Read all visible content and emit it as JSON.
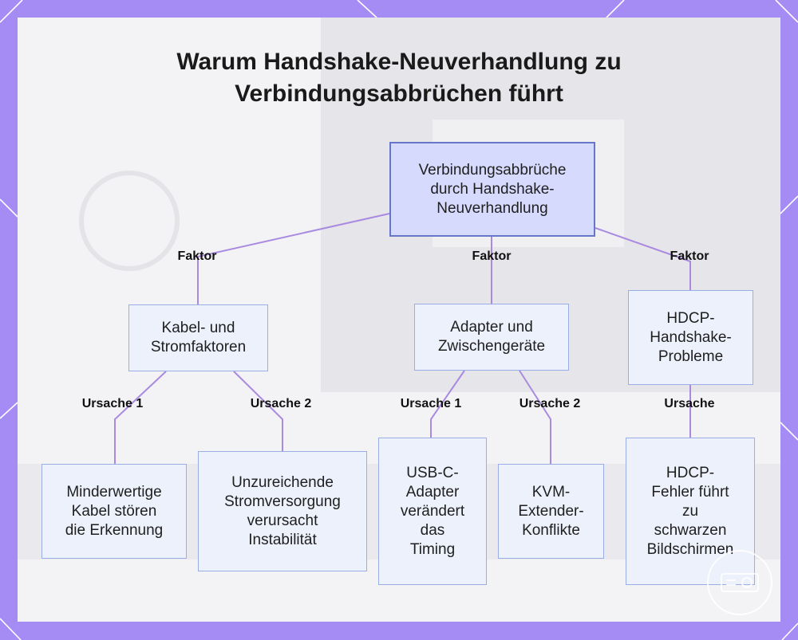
{
  "title_lines": [
    "Warum Handshake-Neuverhandlung zu",
    "Verbindungsabbrüchen führt"
  ],
  "nodes": {
    "root": [
      "Verbindungsabbrüche",
      "durch Handshake-",
      "Neuverhandlung"
    ],
    "cable": [
      "Kabel- und",
      "Stromfaktoren"
    ],
    "adapter": [
      "Adapter und",
      "Zwischengeräte"
    ],
    "hdcp": [
      "HDCP-",
      "Handshake-",
      "Probleme"
    ],
    "cable_bad": [
      "Minderwertige",
      "Kabel stören",
      "die Erkennung"
    ],
    "power": [
      "Unzureichende",
      "Stromversorgung",
      "verursacht",
      "Instabilität"
    ],
    "usbc": [
      "USB-C-",
      "Adapter",
      "verändert",
      "das",
      "Timing"
    ],
    "kvm": [
      "KVM-",
      "Extender-",
      "Konflikte"
    ],
    "hdcp_err": [
      "HDCP-",
      "Fehler führt",
      "zu",
      "schwarzen",
      "Bildschirmen"
    ]
  },
  "edge_labels": {
    "factor_left": "Faktor",
    "factor_mid": "Faktor",
    "factor_right": "Faktor",
    "cable_cause1": "Ursache 1",
    "cable_cause2": "Ursache 2",
    "adapter_cause1": "Ursache 1",
    "adapter_cause2": "Ursache 2",
    "hdcp_cause": "Ursache"
  },
  "colors": {
    "frame": "#a58cf5",
    "panel": "#f3f3f5",
    "node_fill": "#edf1fb",
    "node_border": "#9aaee6",
    "root_fill": "#d6dafd",
    "root_border": "#6677c9",
    "edge": "#a98ae0"
  }
}
